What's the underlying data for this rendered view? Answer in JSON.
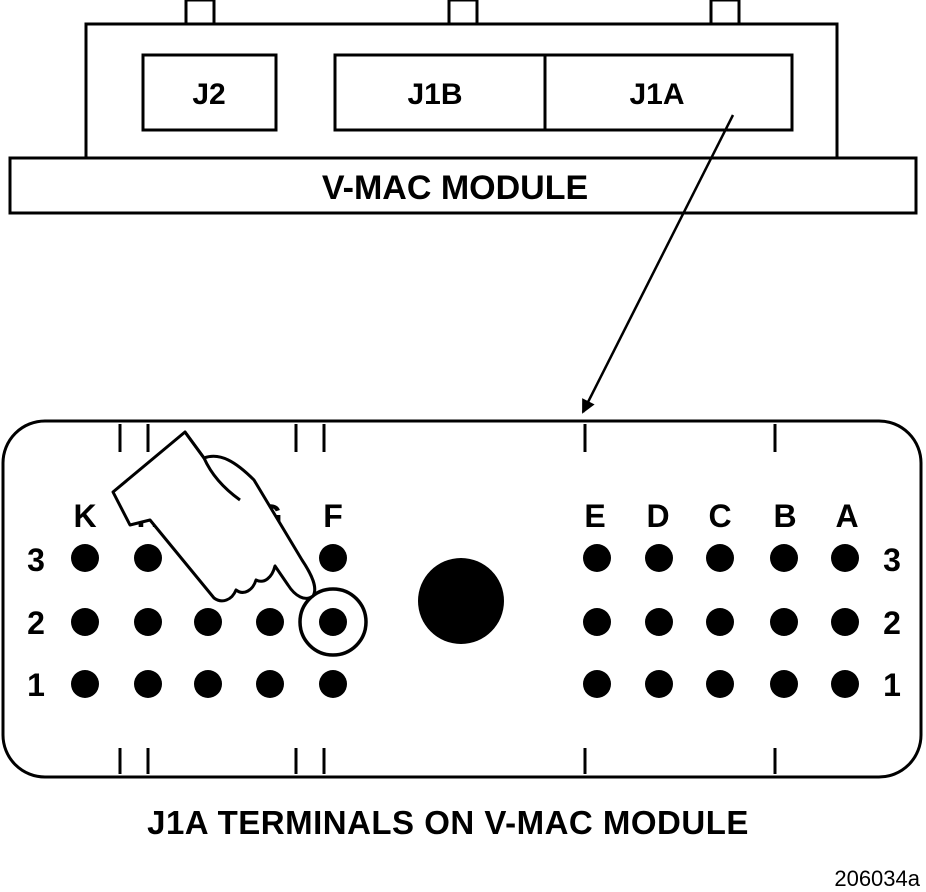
{
  "module": {
    "label": "V-MAC MODULE",
    "connectors": [
      "J2",
      "J1B",
      "J1A"
    ]
  },
  "terminal_block": {
    "left_columns": [
      "K",
      "H",
      "G",
      "F"
    ],
    "right_columns": [
      "E",
      "D",
      "C",
      "B",
      "A"
    ],
    "rows": [
      "3",
      "2",
      "1"
    ],
    "highlighted_terminal": "F2"
  },
  "caption": "J1A TERMINALS ON V-MAC MODULE",
  "figure_number": "206034a",
  "icons": [
    "pointing-hand-icon",
    "arrow-icon"
  ]
}
